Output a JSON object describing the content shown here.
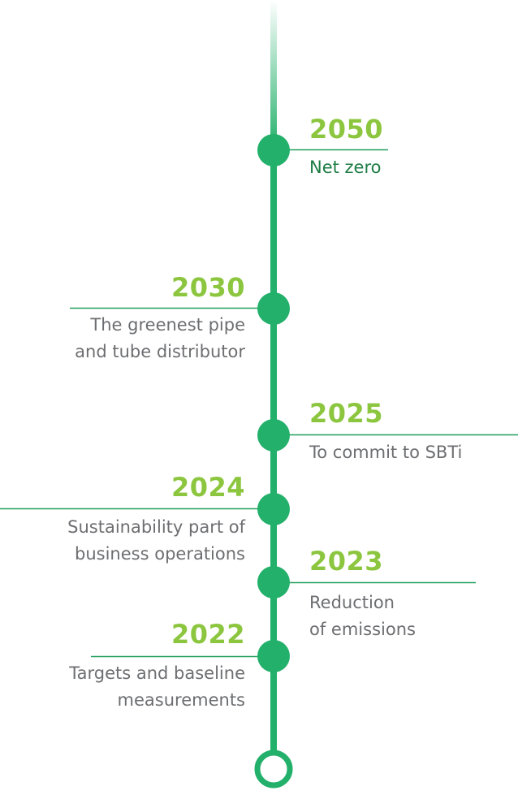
{
  "colors": {
    "line": "#22b06a",
    "year": "#8cc63f",
    "connector": "#22a05e",
    "text_dark_green": "#1e7d44",
    "text_gray": "#6d6e71"
  },
  "milestones": [
    {
      "year": "2050",
      "description": [
        "Net zero"
      ]
    },
    {
      "year": "2030",
      "description": [
        "The greenest pipe",
        "and tube distributor"
      ]
    },
    {
      "year": "2025",
      "description": [
        "To commit to SBTi"
      ]
    },
    {
      "year": "2024",
      "description": [
        "Sustainability part of",
        "business operations"
      ]
    },
    {
      "year": "2023",
      "description": [
        "Reduction",
        "of emissions"
      ]
    },
    {
      "year": "2022",
      "description": [
        "Targets and baseline",
        "measurements"
      ]
    }
  ]
}
